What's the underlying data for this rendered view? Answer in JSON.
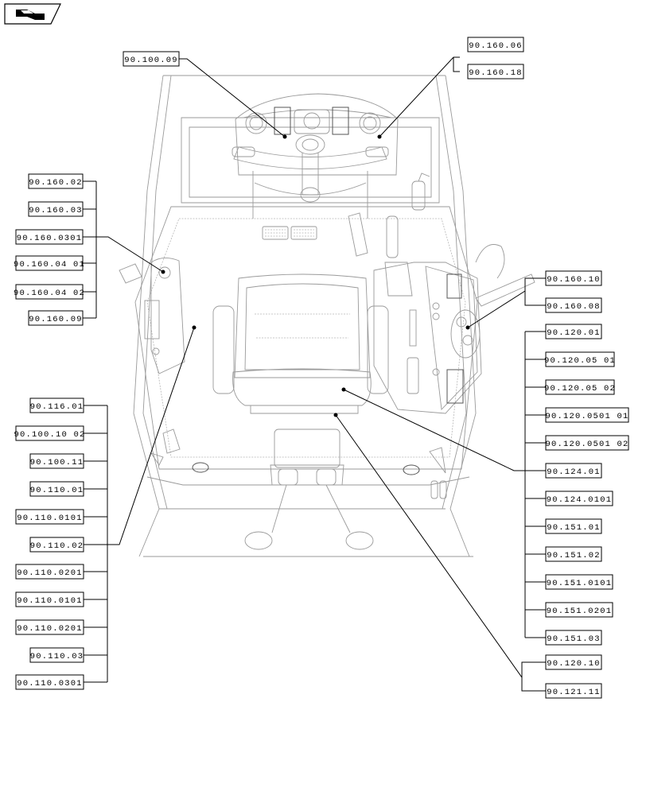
{
  "nav_icon": {
    "name": "back-arrow-icon"
  },
  "labels": {
    "l_9010009": "90.100.09",
    "l_9016006": "90.160.06",
    "l_9016018": "90.160.18",
    "l_9016002": "90.160.02",
    "l_9016003": "90.160.03",
    "l_901600301": "90.160.0301",
    "l_9016004_01": "90.160.04 01",
    "l_9016004_02": "90.160.04 02",
    "l_9016009": "90.160.09",
    "l_9016010": "90.160.10",
    "l_9016008": "90.160.08",
    "l_9012001": "90.120.01",
    "l_9012005_01": "90.120.05 01",
    "l_9012005_02": "90.120.05 02",
    "l_901200501_01": "90.120.0501 01",
    "l_901200501_02": "90.120.0501 02",
    "l_9012401": "90.124.01",
    "l_901240101": "90.124.0101",
    "l_9015101": "90.151.01",
    "l_9015102": "90.151.02",
    "l_901510101": "90.151.0101",
    "l_901510201": "90.151.0201",
    "l_9015103": "90.151.03",
    "l_9012010": "90.120.10",
    "l_9012111": "90.121.11",
    "l_9011601": "90.116.01",
    "l_9010010_02": "90.100.10 02",
    "l_9010011": "90.100.11",
    "l_9011001": "90.110.01",
    "l_901100101a": "90.110.0101",
    "l_9011002": "90.110.02",
    "l_901100201a": "90.110.0201",
    "l_901100101b": "90.110.0101",
    "l_901100201b": "90.110.0201",
    "l_9011003": "90.110.03",
    "l_901100301": "90.110.0301"
  }
}
